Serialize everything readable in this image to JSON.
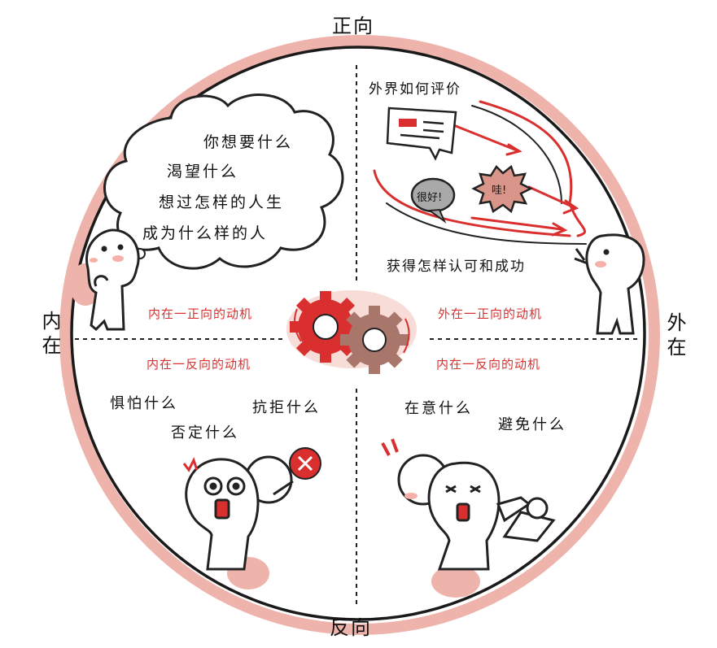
{
  "axes": {
    "top": "正向",
    "bottom": "反向",
    "left": "内在",
    "right": "外在"
  },
  "quadrants": {
    "top_left": {
      "lines": [
        "你想要什么",
        "渴望什么",
        "想过怎样的人生",
        "成为什么样的人"
      ]
    },
    "top_right": {
      "title": "外界如何评价",
      "bubble_good": "很好!",
      "bubble_wow": "哇!",
      "caption": "获得怎样认可和成功"
    },
    "bottom_left": {
      "lines": [
        "惧怕什么",
        "否定什么",
        "抗拒什么"
      ]
    },
    "bottom_right": {
      "lines": [
        "在意什么",
        "避免什么"
      ]
    }
  },
  "motives": {
    "inner_positive": "内在一正向的动机",
    "inner_negative": "内在一反向的动机",
    "outer_positive": "外在一正向的动机",
    "outer_negative": "内在一反向的动机"
  },
  "colors": {
    "accent_red": "#d9302f",
    "rim_pink": "#e9a8a0",
    "gear_brown": "#a8766b"
  }
}
